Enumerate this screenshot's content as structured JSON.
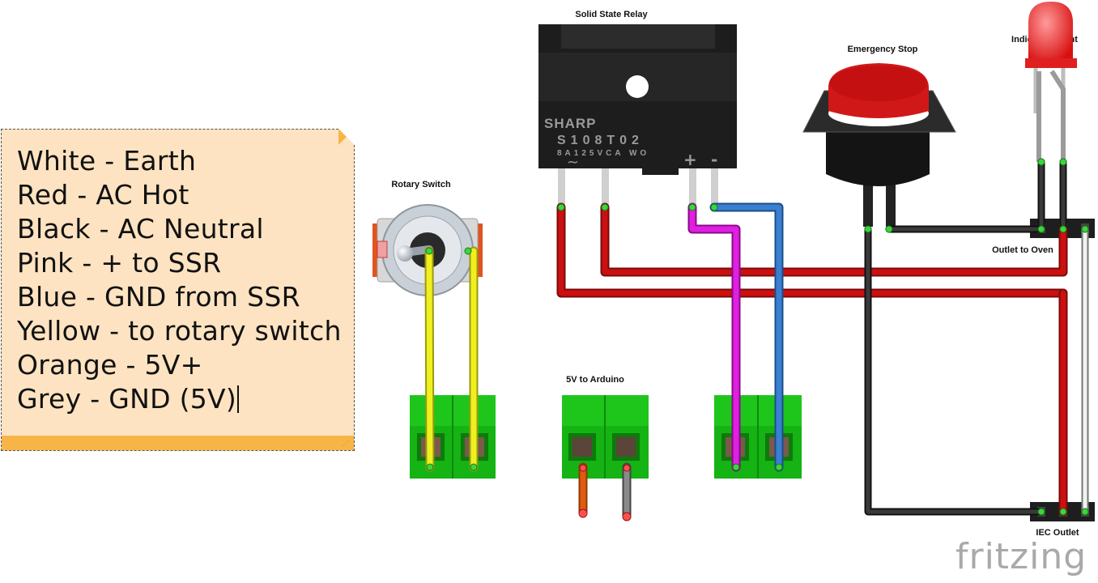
{
  "labels": {
    "solid_state_relay": "Solid State Relay",
    "emergency_stop": "Emergency Stop",
    "indicator_light": "Indication Light",
    "rotary_switch": "Rotary Switch",
    "five_v_to_arduino": "5V to Arduino",
    "outlet_to_oven": "Outlet to Oven",
    "iec_outlet": "IEC Outlet"
  },
  "relay": {
    "brand": "SHARP",
    "model": "S108T02",
    "rating": "8A125VCA WO",
    "ac_symbol": "~",
    "plus_symbol": "+",
    "minus_symbol": "-"
  },
  "note": {
    "lines": [
      "White - Earth",
      "Red - AC Hot",
      "Black - AC Neutral",
      "Pink - + to SSR",
      "Blue - GND from SSR",
      "Yellow - to rotary switch",
      "Orange - 5V+",
      "Grey - GND (5V)"
    ]
  },
  "wire_colors": {
    "white": "#e6e6e6",
    "red": "#cc1010",
    "black": "#333333",
    "pink": "#e020e0",
    "blue": "#3a7fd0",
    "yellow": "#f0f020",
    "orange": "#e05a10",
    "grey": "#8a8a8a"
  },
  "watermark": "fritzing"
}
